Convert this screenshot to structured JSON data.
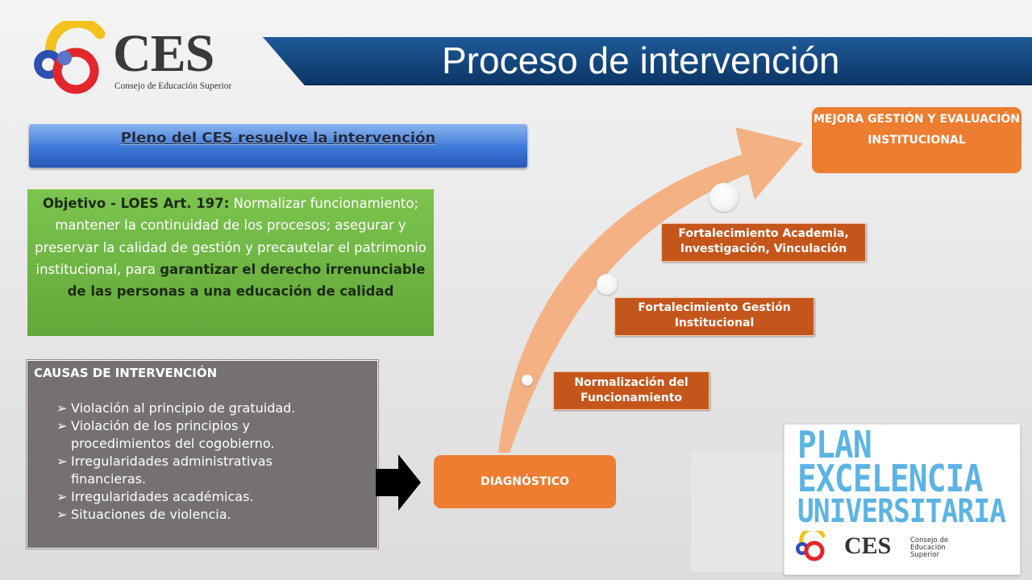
{
  "logo": {
    "name": "CES",
    "subtitle": "Consejo de Educación Superior"
  },
  "title": "Proceso de intervención",
  "pleno": "Pleno del CES resuelve la intervención",
  "objetivo": {
    "label": "Objetivo - LOES Art. 197:",
    "text": " Normalizar funcionamiento; mantener la continuidad de los procesos; asegurar y preservar la calidad de gestión y precautelar el patrimonio institucional, para ",
    "emphasis": "garantizar el derecho irrenunciable de las personas a una educación de calidad"
  },
  "causas": {
    "title": "CAUSAS DE INTERVENCIÓN",
    "items": [
      "Violación al principio de gratuidad.",
      "Violación de los principios y procedimientos del cogobierno.",
      "Irregularidades administrativas financieras.",
      "Irregularidades académicas.",
      "Situaciones de violencia."
    ]
  },
  "diagnostico": "DIAGNÓSTICO",
  "stages": [
    "Normalización del Funcionamiento",
    "Fortalecimiento Gestión Institucional",
    "Fortalecimiento Academia, Investigación, Vinculación"
  ],
  "mejora": "MEJORA GESTIÓN Y EVALUACIÓN INSTITUCIONAL",
  "plan": {
    "line1": "PLAN",
    "line2": "EXCELENCIA",
    "line3": "UNIVERSITARIA",
    "ces": "CES",
    "ces_sub": "Consejo de Educación Superior"
  },
  "colors": {
    "orange": "#ec7d31",
    "dark_orange": "#c5561b",
    "green": "#6bb544",
    "blue": "#3c78d8",
    "banner": "#0f3f78",
    "plan_blue": "#5cb4e4"
  }
}
